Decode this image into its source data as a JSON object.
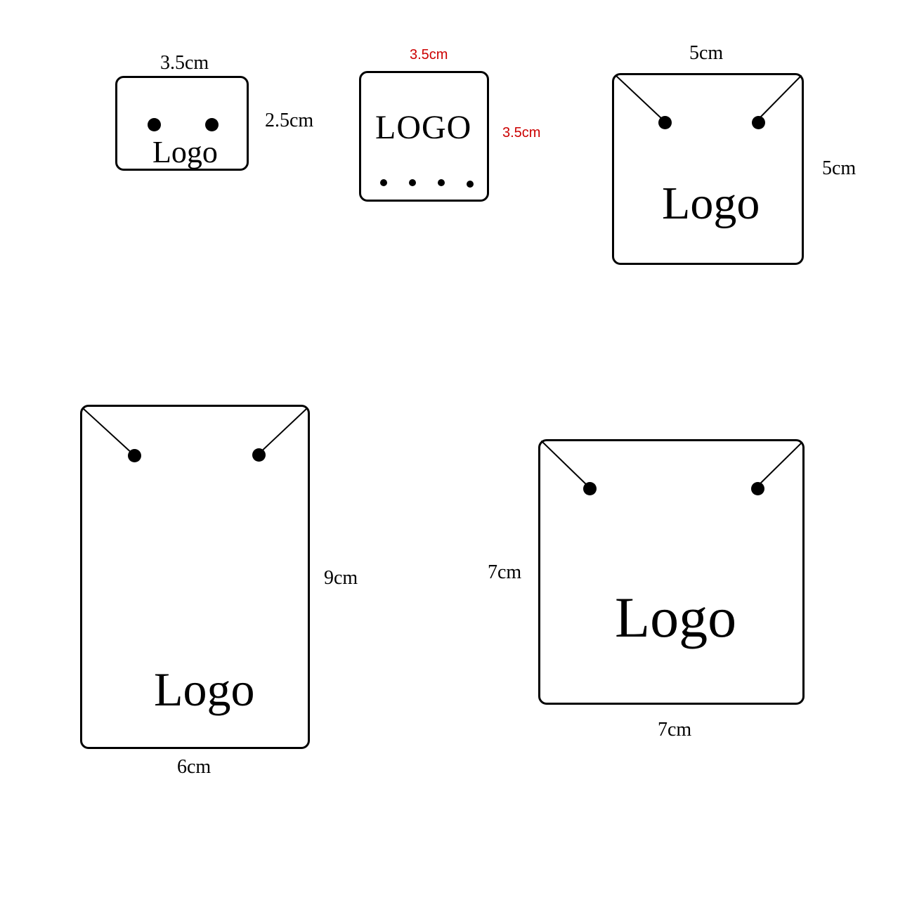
{
  "cards": [
    {
      "id": "card-a",
      "width_label": "3.5cm",
      "height_label": "2.5cm",
      "logo": "Logo"
    },
    {
      "id": "card-b",
      "width_label": "3.5cm",
      "height_label": "3.5cm",
      "logo": "LOGO",
      "label_color": "#cc0000"
    },
    {
      "id": "card-c",
      "width_label": "5cm",
      "height_label": "5cm",
      "logo": "Logo"
    },
    {
      "id": "card-d",
      "width_label": "6cm",
      "height_label": "9cm",
      "logo": "Logo"
    },
    {
      "id": "card-e",
      "width_label": "7cm",
      "height_label": "7cm",
      "logo": "Logo"
    }
  ],
  "colors": {
    "outline": "#000000",
    "dimension_highlight": "#cc0000",
    "background": "#ffffff"
  }
}
